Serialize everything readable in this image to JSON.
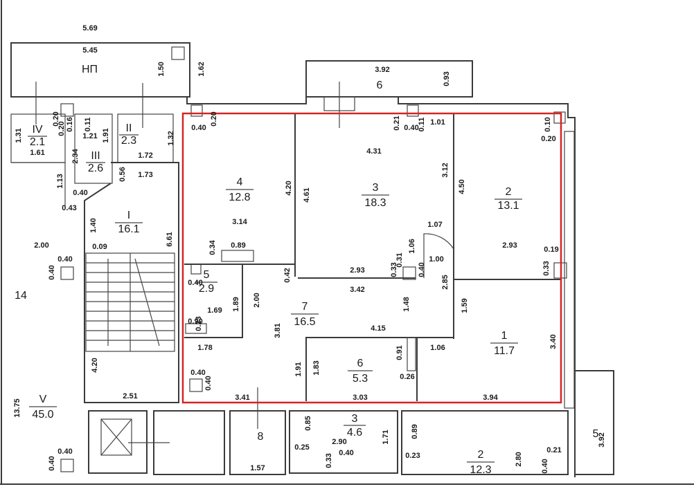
{
  "colors": {
    "wall": "#3a3a3a",
    "highlight": "#d32525",
    "background": "#ffffff",
    "text": "#1a1a1a"
  },
  "rooms": {
    "np_label": "НП",
    "r4": {
      "num": "4",
      "area": "12.8"
    },
    "r3": {
      "num": "3",
      "area": "18.3"
    },
    "r2": {
      "num": "2",
      "area": "13.1"
    },
    "r1": {
      "num": "1",
      "area": "11.7"
    },
    "r5": {
      "num": "5",
      "area": "2.9"
    },
    "r7": {
      "num": "7",
      "area": "16.5"
    },
    "r6": {
      "num": "6",
      "area": "5.3"
    },
    "rI": {
      "num": "I",
      "area": "16.1"
    },
    "rII": {
      "num": "II",
      "area": "2.3"
    },
    "rIII": {
      "num": "III",
      "area": "2.6"
    },
    "rIV": {
      "num": "IV",
      "area": "2.1"
    },
    "rV": {
      "num": "V",
      "area": "45.0"
    },
    "b6": {
      "num": "6"
    },
    "b5": {
      "num": "5"
    },
    "r14": {
      "num": "14"
    },
    "r8": {
      "num": "8"
    },
    "l3": {
      "num": "3",
      "area": "4.6"
    },
    "l2": {
      "num": "2",
      "area": "12.3"
    }
  },
  "dims": [
    "5.69",
    "5.45",
    "1.50",
    "1.62",
    "3.92",
    "0.93",
    "0.20",
    "0.40",
    "0.21",
    "0.40",
    "0.11",
    "1.01",
    "0.10",
    "0.20",
    "4.31",
    "3.12",
    "4.50",
    "4.20",
    "4.61",
    "3.14",
    "0.34",
    "0.89",
    "1.07",
    "1.06",
    "0.31",
    "0.33",
    "0.40",
    "1.00",
    "2.93",
    "2.93",
    "0.19",
    "0.33",
    "3.42",
    "2.85",
    "1.59",
    "0.42",
    "0.40",
    "2.00",
    "1.69",
    "1.89",
    "0.90",
    "0.23",
    "1.48",
    "4.15",
    "3.81",
    "1.78",
    "1.06",
    "3.40",
    "1.91",
    "1.83",
    "0.91",
    "0.26",
    "0.40",
    "0.40",
    "3.41",
    "3.03",
    "3.94",
    "0.16",
    "0.11",
    "0.20",
    "0.20",
    "1.21",
    "1.91",
    "1.31",
    "1.61",
    "2.34",
    "1.72",
    "1.32",
    "0.56",
    "1.73",
    "1.13",
    "0.40",
    "0.43",
    "1.40",
    "6.61",
    "0.09",
    "2.00",
    "0.40",
    "0.40",
    "4.20",
    "2.51",
    "13.75",
    "0.40",
    "0.40",
    "0.85",
    "0.89",
    "2.90",
    "1.71",
    "0.25",
    "0.33",
    "0.40",
    "0.23",
    "1.57",
    "2.80",
    "0.40",
    "0.21",
    "3.92"
  ]
}
